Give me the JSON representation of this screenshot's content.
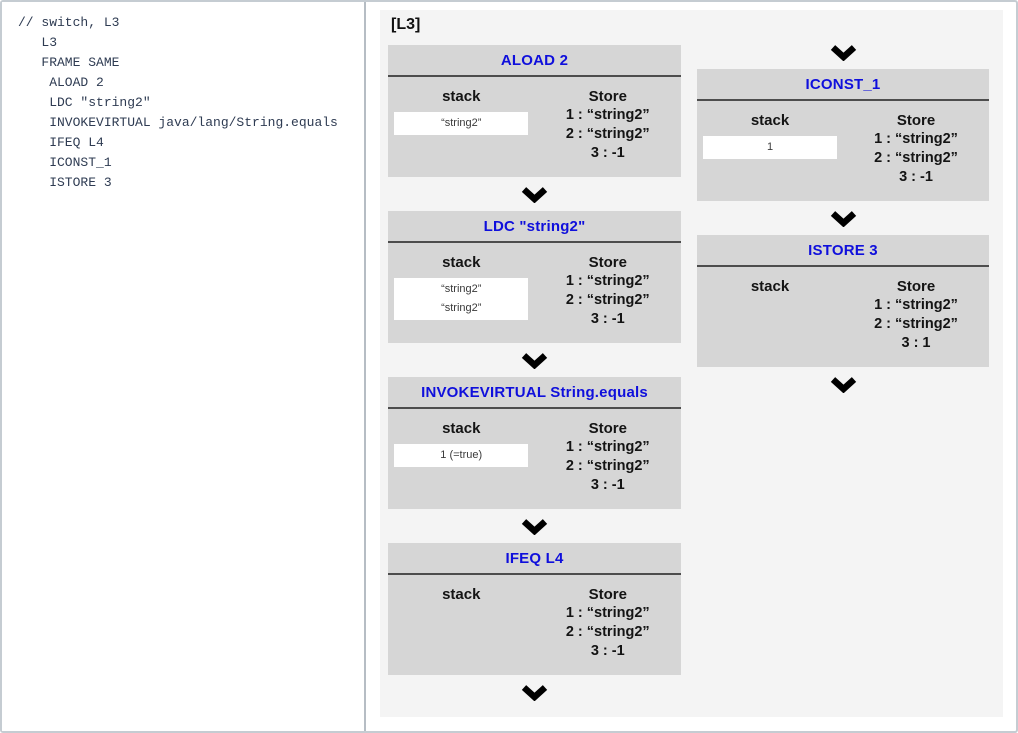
{
  "code_panel": {
    "lines": [
      "// switch, L3",
      "   L3",
      "   FRAME SAME",
      "    ALOAD 2",
      "    LDC \"string2\"",
      "    INVOKEVIRTUAL java/lang/String.equals",
      "    IFEQ L4",
      "    ICONST_1",
      "    ISTORE 3"
    ]
  },
  "diagram": {
    "block_label": "[L3]",
    "columns": [
      {
        "boxes": [
          {
            "title": "ALOAD 2",
            "stack_label": "stack",
            "store_label": "Store",
            "stack": [
              "“string2”"
            ],
            "store": [
              "1 : “string2”",
              "2 : “string2”",
              "3 : -1"
            ]
          },
          {
            "title": "LDC \"string2\"",
            "stack_label": "stack",
            "store_label": "Store",
            "stack": [
              "“string2”",
              "“string2”"
            ],
            "store": [
              "1 : “string2”",
              "2 : “string2”",
              "3 : -1"
            ]
          },
          {
            "title": "INVOKEVIRTUAL String.equals",
            "stack_label": "stack",
            "store_label": "Store",
            "stack": [
              "1 (=true)"
            ],
            "store": [
              "1 : “string2”",
              "2 : “string2”",
              "3 : -1"
            ]
          },
          {
            "title": "IFEQ L4",
            "stack_label": "stack",
            "store_label": "Store",
            "stack": [],
            "store": [
              "1 : “string2”",
              "2 : “string2”",
              "3 : -1"
            ]
          }
        ]
      },
      {
        "boxes": [
          {
            "title": "ICONST_1",
            "stack_label": "stack",
            "store_label": "Store",
            "stack": [
              "1"
            ],
            "store": [
              "1 : “string2”",
              "2 : “string2”",
              "3 : -1"
            ]
          },
          {
            "title": "ISTORE 3",
            "stack_label": "stack",
            "store_label": "Store",
            "stack": [],
            "store": [
              "1 : “string2”",
              "2 : “string2”",
              "3 : 1"
            ]
          }
        ]
      }
    ]
  },
  "icons": {
    "flow_arrow": "chevron-down"
  },
  "colors": {
    "title_blue": "#0f0fdc",
    "box_bg": "#d6d6d6",
    "panel_bg": "#f4f4f4",
    "code_text": "#2e3b52",
    "arrow_black": "#000000",
    "separator": "#4d4d4d"
  }
}
